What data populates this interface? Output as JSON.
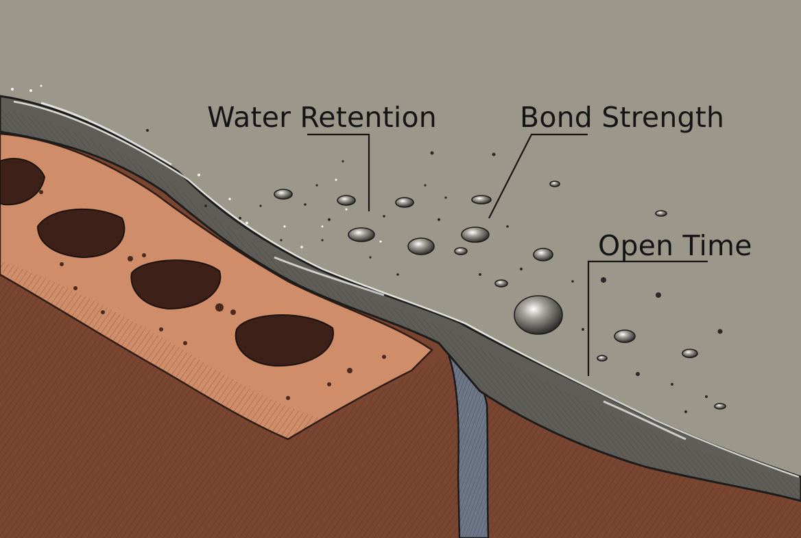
{
  "labels": {
    "water_retention": "Water Retention",
    "bond_strength": "Bond Strength",
    "open_time": "Open Time"
  },
  "colors": {
    "background": "#9b978b",
    "mortar": "#5f5d58",
    "mortar_dark": "#3b3a37",
    "substrate_light": "#d08d6a",
    "substrate_dark": "#7a4632",
    "crack_water": "#6d7787",
    "leader_line": "#151515"
  }
}
